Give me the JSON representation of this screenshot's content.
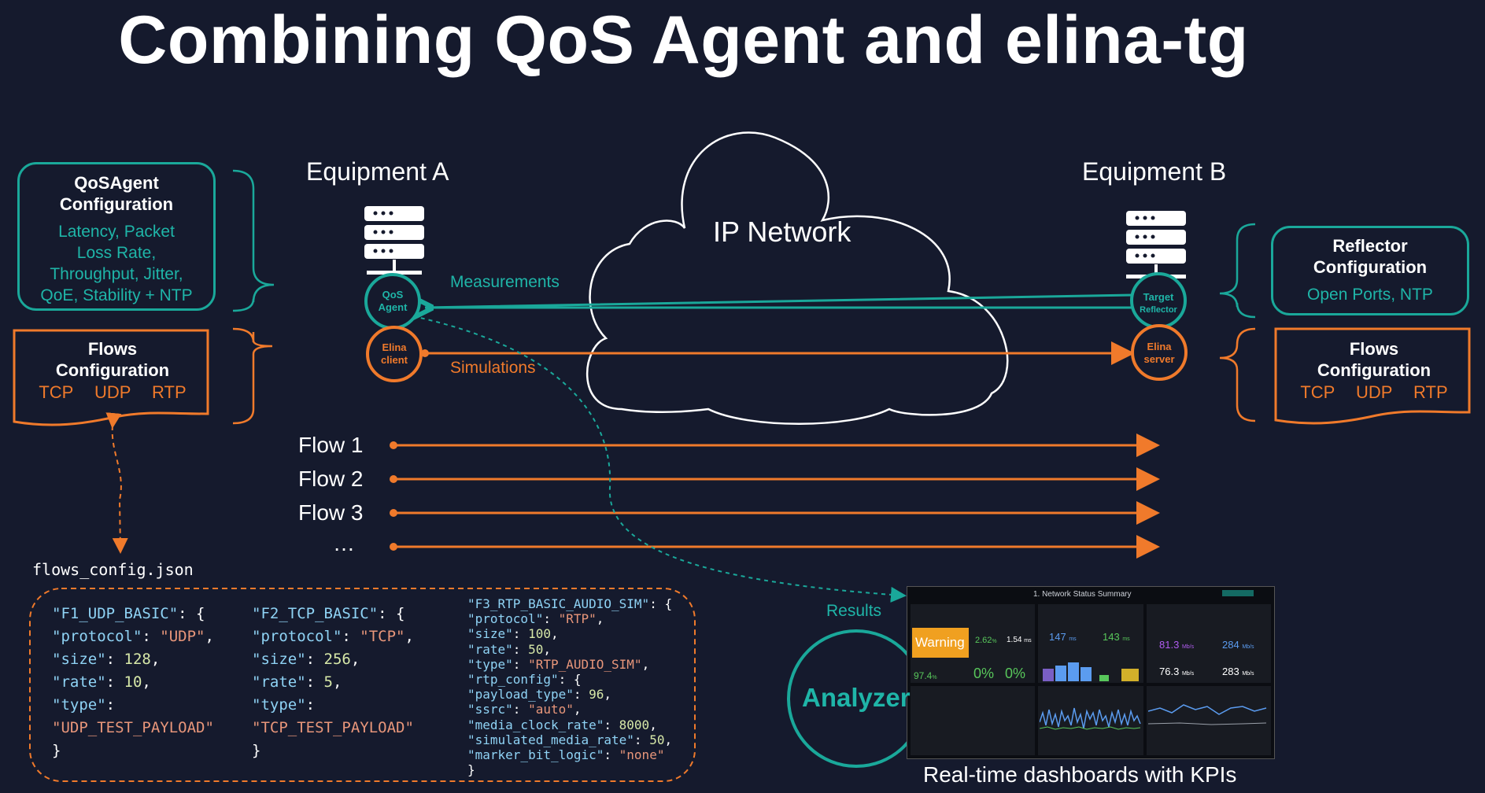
{
  "title": "Combining QoS Agent and elina-tg",
  "qos_config": {
    "title_line1": "QoSAgent",
    "title_line2": "Configuration",
    "lines": [
      "Latency, Packet",
      "Loss Rate,",
      "Throughput, Jitter,",
      "QoE, Stability + NTP"
    ]
  },
  "flows_config_left": {
    "title_line1": "Flows",
    "title_line2": "Configuration",
    "protocols": [
      "TCP",
      "UDP",
      "RTP"
    ]
  },
  "reflector_config": {
    "title_line1": "Reflector",
    "title_line2": "Configuration",
    "text": "Open Ports, NTP"
  },
  "flows_config_right": {
    "title_line1": "Flows",
    "title_line2": "Configuration",
    "protocols": [
      "TCP",
      "UDP",
      "RTP"
    ]
  },
  "equipment_a": "Equipment A",
  "equipment_b": "Equipment B",
  "cloud_label": "IP Network",
  "nodes": {
    "qos_agent": [
      "QoS",
      "Agent"
    ],
    "elina_client": [
      "Elina",
      "client"
    ],
    "target_reflector": [
      "Target",
      "Reflector"
    ],
    "elina_server": [
      "Elina",
      "server"
    ]
  },
  "labels": {
    "measurements": "Measurements",
    "simulations": "Simulations",
    "results": "Results"
  },
  "flows": [
    "Flow 1",
    "Flow 2",
    "Flow 3",
    "…"
  ],
  "file_name": "flows_config.json",
  "code": {
    "col1": {
      "name": "\"F1_UDP_BASIC\"",
      "protocol": "\"UDP\"",
      "size": "128",
      "rate": "10",
      "type": "\"UDP_TEST_PAYLOAD\""
    },
    "col2": {
      "name": "\"F2_TCP_BASIC\"",
      "protocol": "\"TCP\"",
      "size": "256",
      "rate": "5",
      "type": "\"TCP_TEST_PAYLOAD\""
    },
    "col3": {
      "name": "\"F3_RTP_BASIC_AUDIO_SIM\"",
      "protocol": "\"RTP\"",
      "size": "100",
      "rate": "50",
      "type": "\"RTP_AUDIO_SIM\"",
      "payload_type": "96",
      "ssrc": "\"auto\"",
      "media_clock_rate": "8000",
      "simulated_media_rate": "50",
      "marker_bit_logic": "\"none\""
    }
  },
  "dashboard": {
    "title": "1. Network Status Summary",
    "warning": "Warning",
    "values": {
      "v1": "2.62",
      "v2": "1.54",
      "v3": "147",
      "v4": "143",
      "v5": "81.3",
      "v6": "284",
      "v7": "97.4",
      "v8": "0%",
      "v9": "0%",
      "v10": "76.3",
      "v11": "283"
    },
    "units": {
      "pct": "%",
      "ms": "ms",
      "mbs": "Mb/s"
    }
  },
  "analyzer": "Analyzer",
  "caption": "Real-time dashboards with KPIs",
  "colors": {
    "teal": "#1aa89a",
    "orange": "#f07a2b",
    "background": "#151a2d"
  }
}
